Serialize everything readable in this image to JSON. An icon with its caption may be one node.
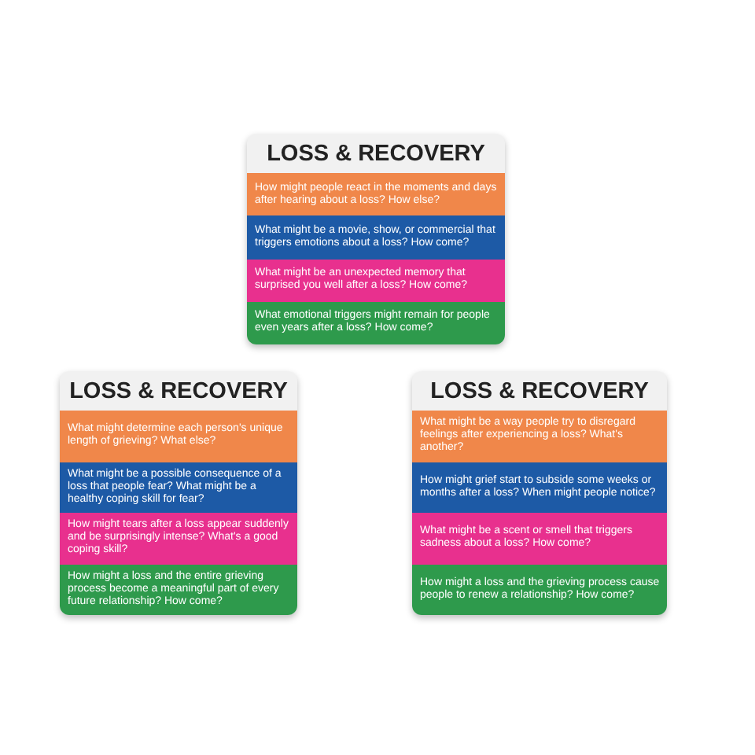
{
  "diagram": {
    "nodes": [
      {
        "text": [
          "LOSS & RECOVERY"
        ]
      },
      {
        "text": [
          "How might people react in the moments and days after hearing about a loss? How else?"
        ],
        "in": 0
      },
      {
        "text": [
          "What might be a movie, show, or commercial that triggers emotions about a loss? How come?"
        ],
        "in": 0
      },
      {
        "text": [
          "What might be an unexpected memory that surprised you well after a loss? How come?"
        ],
        "in": 0
      },
      {
        "text": [
          "What emotional triggers might remain for people even years after a loss? How come?"
        ],
        "in": 0
      },
      {
        "text": [
          "LOSS & RECOVERY"
        ]
      },
      {
        "text": [
          "What might determine each person's unique length of grieving? What else?"
        ],
        "in": 5
      },
      {
        "text": [
          "What might be a possible consequence of a loss that people fear? What might be a healthy coping skill for fear?"
        ],
        "in": 5
      },
      {
        "text": [
          "How might tears after a loss appear suddenly and be surprisingly intense? What's a good coping skill?"
        ],
        "in": 5
      },
      {
        "text": [
          "How might a loss and the entire grieving process become a meaningful part of every future relationship? How come?"
        ],
        "in": 5
      },
      {
        "text": [
          "LOSS & RECOVERY"
        ]
      },
      {
        "text": [
          "What might be a way people try to disregard feelings after experiencing a loss? What's another?"
        ],
        "in": 10
      },
      {
        "text": [
          "How might grief start to subside some weeks or months after a loss? When might people notice?"
        ],
        "in": 10
      },
      {
        "text": [
          "What might be a scent or smell that triggers sadness about a loss? How come?"
        ],
        "in": 10
      },
      {
        "text": [
          "How might a loss and the grieving process cause people to renew a relationship? How come?"
        ],
        "in": 10
      }
    ]
  }
}
